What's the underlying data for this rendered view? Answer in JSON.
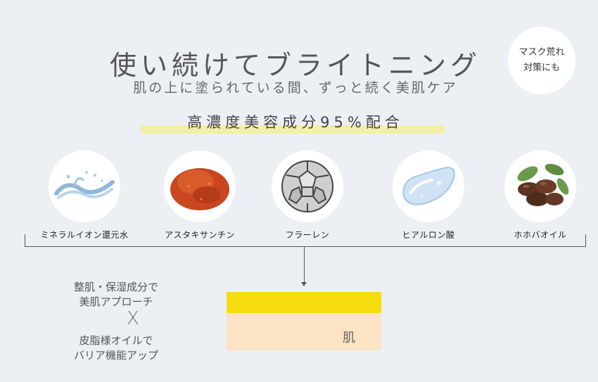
{
  "header": {
    "headline": "使い続けてブライトニング",
    "subline": "肌の上に塗られている間、ずっと続く美肌ケア",
    "badge_line1": "マスク荒れ",
    "badge_line2": "対策にも"
  },
  "formula": "高濃度美容成分95%配合",
  "ingredients": [
    {
      "label": "ミネラルイオン還元水",
      "icon": "water-splash-icon"
    },
    {
      "label": "アスタキサンチン",
      "icon": "red-powder-icon"
    },
    {
      "label": "フラーレン",
      "icon": "fullerene-molecule-icon"
    },
    {
      "label": "ヒアルロン酸",
      "icon": "hyaluronic-gel-icon"
    },
    {
      "label": "ホホバオイル",
      "icon": "jojoba-seeds-icon"
    }
  ],
  "effects": {
    "top_line1": "整肌・保湿成分で",
    "top_line2": "美肌アプローチ",
    "cross": "X",
    "bottom_line1": "皮脂様オイルで",
    "bottom_line2": "バリア機能アップ"
  },
  "skin_label": "肌",
  "colors": {
    "background": "#ecf0f4",
    "layer_yellow": "#f6dd10",
    "skin": "#fbe3c3",
    "highlight": "#f3efa6"
  }
}
